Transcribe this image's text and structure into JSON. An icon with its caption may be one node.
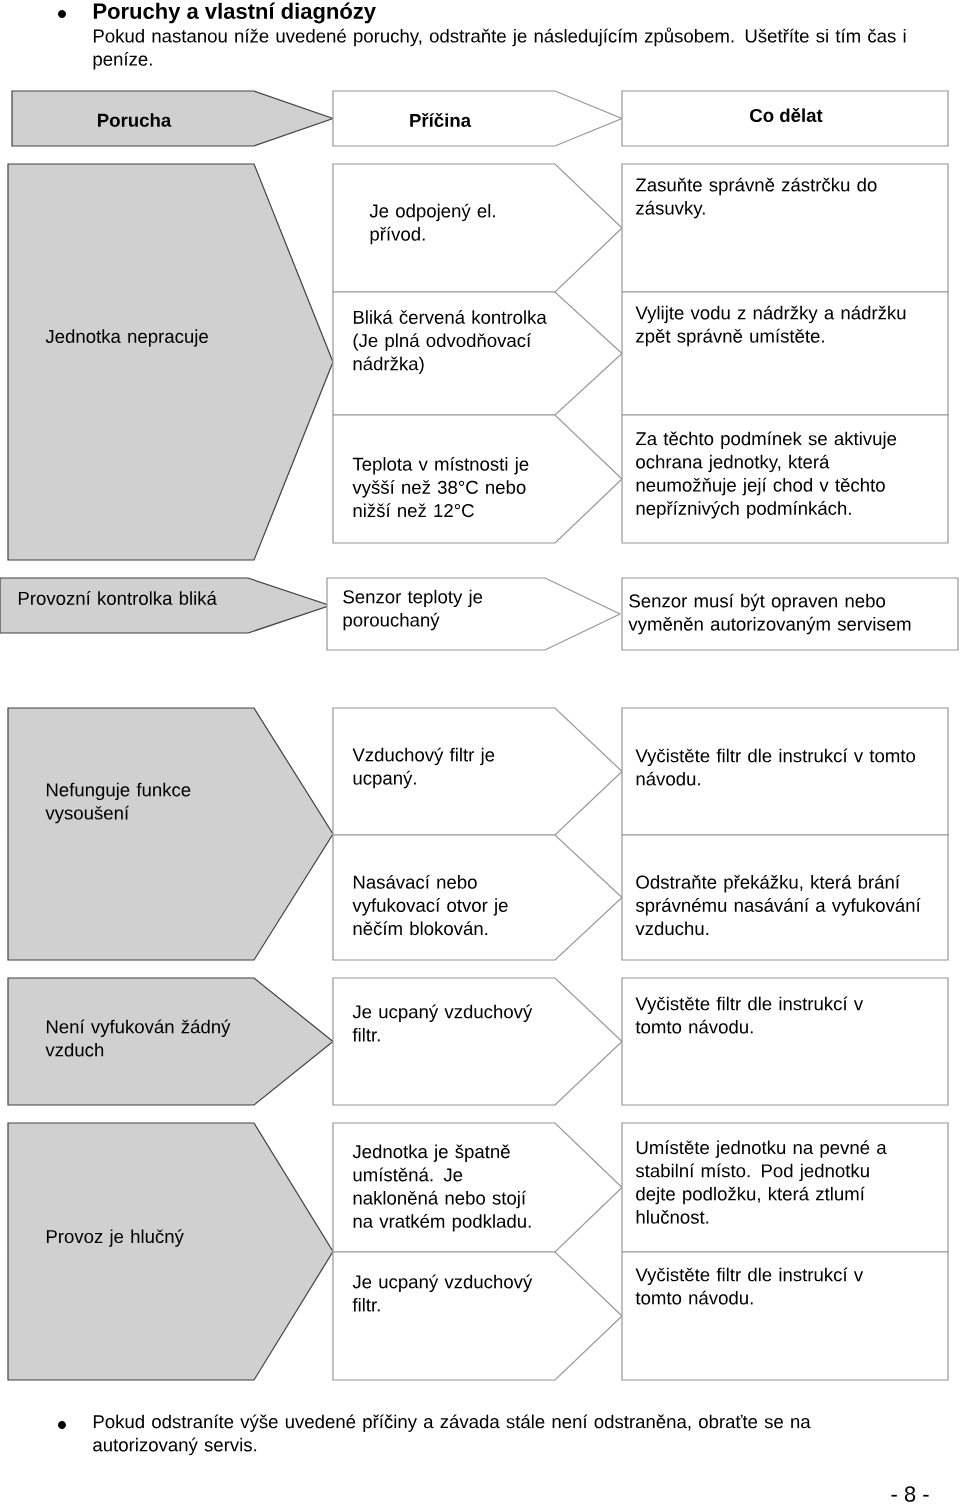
{
  "diagram": {
    "title": "Poruchy a vlastní diagnózy",
    "nodes": [
      {
        "text": [
          "Porucha"
        ]
      },
      {
        "text": [
          "Příčina"
        ]
      },
      {
        "text": [
          "Co dělat"
        ]
      },
      {
        "text": [
          "Jednotka nepracuje"
        ]
      },
      {
        "text": [
          "Je odpojený el. přívod."
        ]
      },
      {
        "text": [
          "Zasuňte správně zástrčku do zásuvky."
        ]
      },
      {
        "text": [
          "Bliká červená kontrolka  (Je plná odvodňovací nádržka)"
        ]
      },
      {
        "text": [
          "Vylijte vodu z nádržky a nádržku zpět správně umístěte."
        ]
      },
      {
        "text": [
          "Teplota v místnosti je vyšší než 38°C nebo nižší než 12°C"
        ]
      },
      {
        "text": [
          "Za těchto podmínek se aktivuje ochrana jednotky, která neumožňuje její chod v těchto nepříznivých podmínkách."
        ]
      },
      {
        "text": [
          "Provozní kontrolka bliká"
        ]
      },
      {
        "text": [
          "Senzor teploty je porouchaný"
        ]
      },
      {
        "text": [
          "Senzor musí být opraven nebo vyměněn autorizovaným servisem"
        ]
      },
      {
        "text": [
          "Nefunguje funkce vysoušení"
        ]
      },
      {
        "text": [
          "Vzduchový filtr je ucpaný."
        ]
      },
      {
        "text": [
          "Vyčistěte filtr dle instrukcí v tomto návodu."
        ]
      },
      {
        "text": [
          "Nasávací nebo vyfukovací otvor je něčím blokován."
        ]
      },
      {
        "text": [
          "Odstraňte překážku, která brání správnému nasávání a vyfukování vzduchu."
        ]
      },
      {
        "text": [
          "Není vyfukován žádný vzduch"
        ]
      },
      {
        "text": [
          "Je ucpaný vzduchový filtr."
        ]
      },
      {
        "text": [
          "Vyčistěte filtr dle instrukcí v tomto návodu."
        ]
      },
      {
        "text": [
          "Provoz je hlučný"
        ]
      },
      {
        "text": [
          "Jednotka je špatně umístěná. Je nakloněná nebo stojí na vratkém podkladu."
        ]
      },
      {
        "text": [
          "Umístěte jednotku na pevné a stabilní místo. Pod jednotku dejte podložku, která ztlumí hlučnost."
        ]
      },
      {
        "text": [
          "Je ucpaný vzduchový filtr."
        ]
      },
      {
        "text": [
          "Vyčistěte filtr dle instrukcí v tomto návodu."
        ]
      }
    ],
    "labels": [
      "Pokud nastanou níže uvedené poruchy, odstraňte je následujícím způsobem. Ušetříte si tím čas i peníze.",
      "Pokud odstraníte výše uvedené příčiny a závada stále není odstraněna, obraťte se na autorizovaný servis.",
      "- 8 -"
    ]
  }
}
